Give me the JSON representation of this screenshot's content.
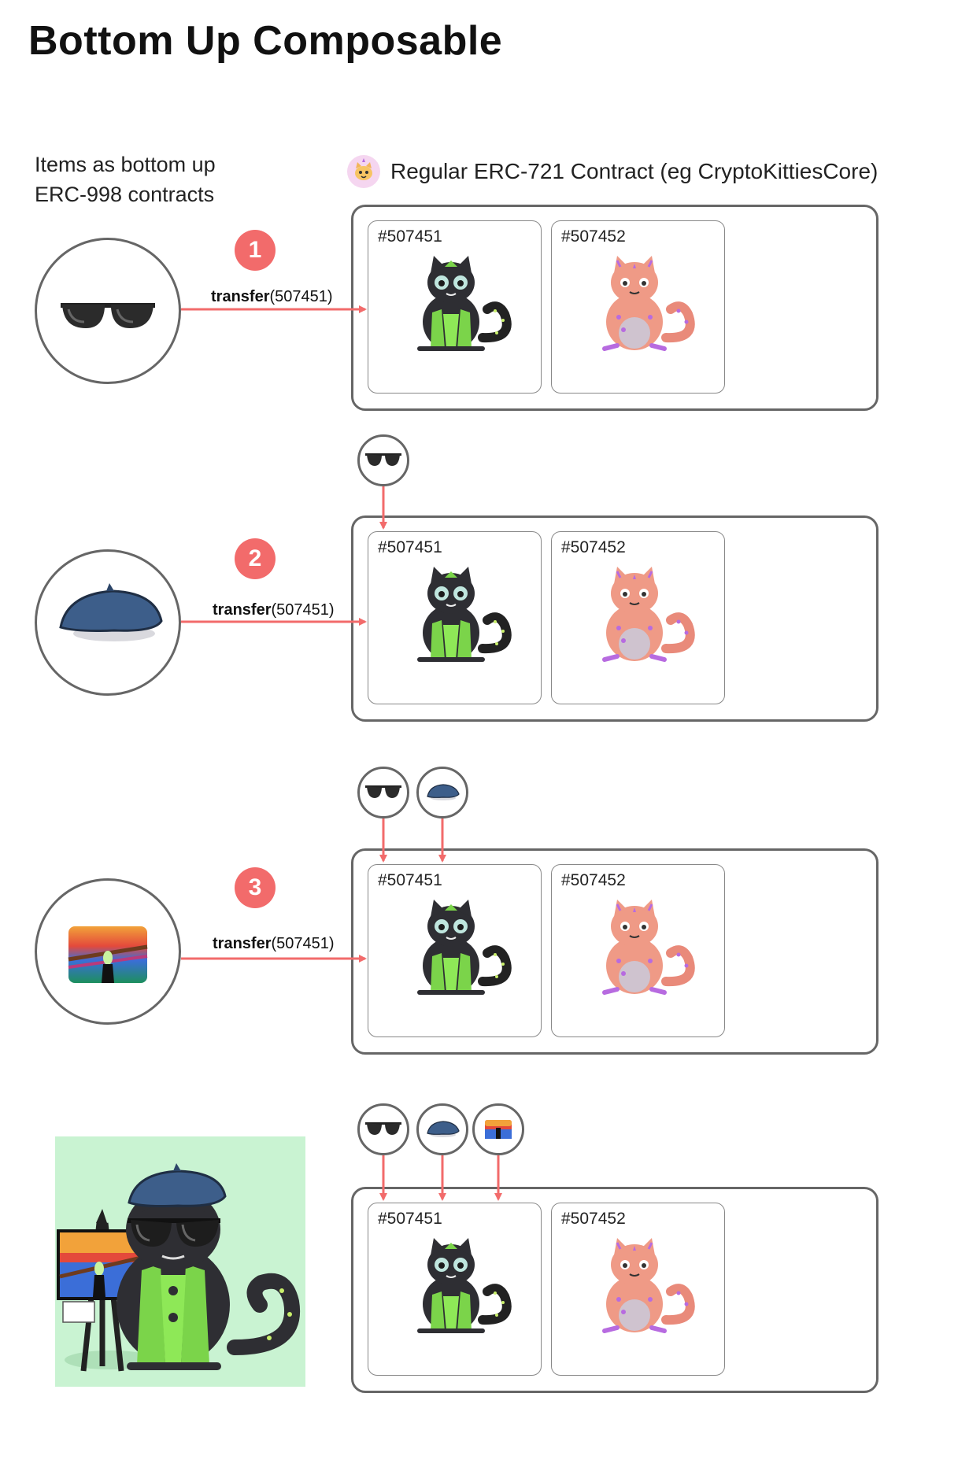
{
  "title": "Bottom Up Composable",
  "caption_line1": "Items as bottom up",
  "caption_line2": "ERC-998 contracts",
  "contract_caption": "Regular ERC-721 Contract (eg CryptoKittiesCore)",
  "kitty1_id": "#507451",
  "kitty2_id": "#507452",
  "transfer_fn": "transfer",
  "transfer_arg": "(507451)",
  "steps": [
    "1",
    "2",
    "3"
  ],
  "colors": {
    "arrow": "#f26b6b",
    "badge": "#f26b6b",
    "border": "#666666",
    "final_bg": "#c9f3d2"
  },
  "items": [
    "sunglasses-icon",
    "beret-icon",
    "scream-painting-icon"
  ]
}
